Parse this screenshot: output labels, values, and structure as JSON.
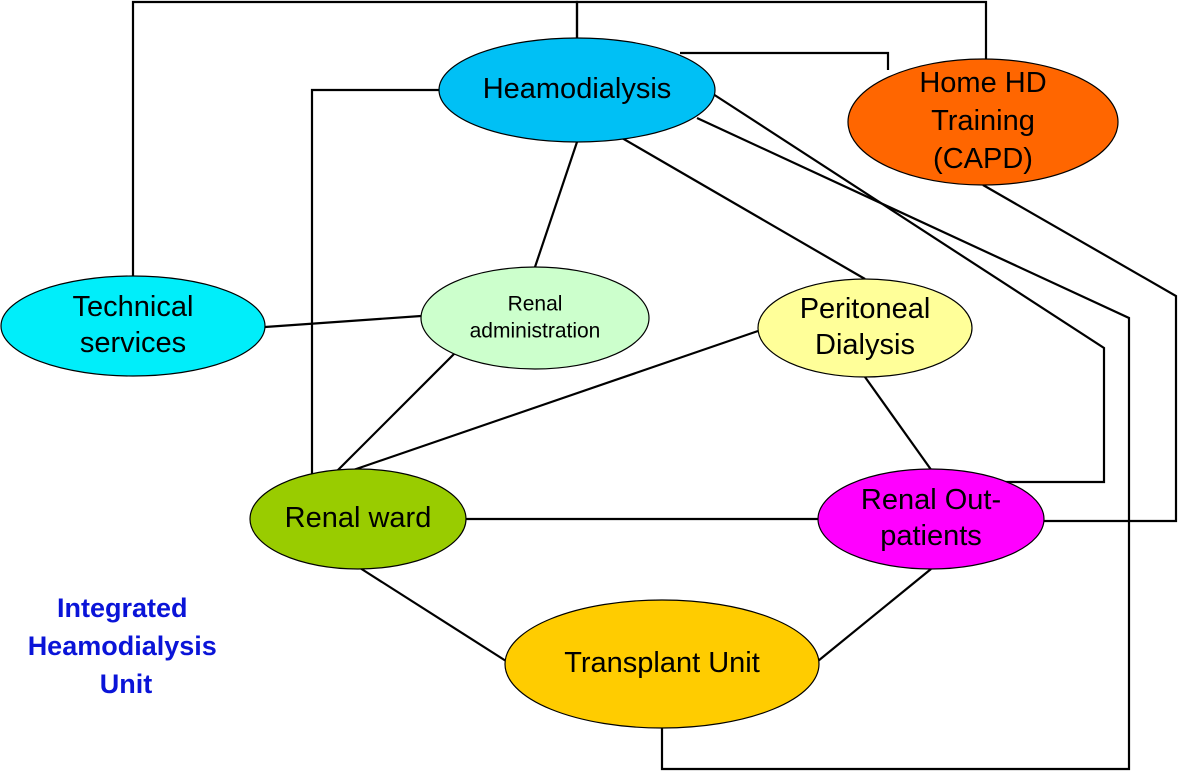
{
  "diagram": {
    "caption": {
      "lines": [
        "Integrated",
        "Heamodialysis",
        "Unit"
      ],
      "color": "#0a14d8"
    },
    "nodes": [
      {
        "id": "haemo",
        "lines": [
          "Heamodialysis"
        ],
        "color": "#00c0f5"
      },
      {
        "id": "homehd",
        "lines": [
          "Home HD",
          "Training",
          "(CAPD)"
        ],
        "color": "#ff6600"
      },
      {
        "id": "technical",
        "lines": [
          "Technical",
          "services"
        ],
        "color": "#00eefa"
      },
      {
        "id": "renaladmin",
        "lines": [
          "Renal",
          "administration"
        ],
        "color": "#ccffcc"
      },
      {
        "id": "peritoneal",
        "lines": [
          "Peritoneal",
          "Dialysis"
        ],
        "color": "#ffff99"
      },
      {
        "id": "renalward",
        "lines": [
          "Renal ward"
        ],
        "color": "#99cc00"
      },
      {
        "id": "outpatients",
        "lines": [
          "Renal Out-",
          "patients"
        ],
        "color": "#ff00ff"
      },
      {
        "id": "transplant",
        "lines": [
          "Transplant Unit"
        ],
        "color": "#ffcc00"
      }
    ],
    "edges": [
      {
        "from": "haemo",
        "to": "technical"
      },
      {
        "from": "haemo",
        "to": "homehd"
      },
      {
        "from": "haemo",
        "to": "renaladmin"
      },
      {
        "from": "haemo",
        "to": "peritoneal"
      },
      {
        "from": "haemo",
        "to": "renalward"
      },
      {
        "from": "haemo",
        "to": "outpatients"
      },
      {
        "from": "haemo",
        "to": "transplant"
      },
      {
        "from": "homehd",
        "to": "outpatients"
      },
      {
        "from": "technical",
        "to": "homehd"
      },
      {
        "from": "technical",
        "to": "renaladmin"
      },
      {
        "from": "renaladmin",
        "to": "renalward"
      },
      {
        "from": "peritoneal",
        "to": "renalward"
      },
      {
        "from": "peritoneal",
        "to": "outpatients"
      },
      {
        "from": "renalward",
        "to": "outpatients"
      },
      {
        "from": "renalward",
        "to": "transplant"
      },
      {
        "from": "outpatients",
        "to": "transplant"
      }
    ]
  }
}
